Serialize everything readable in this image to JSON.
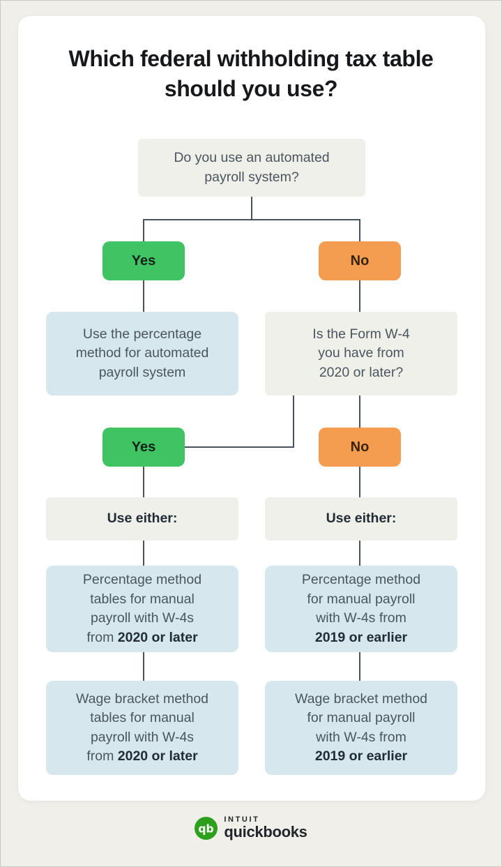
{
  "page": {
    "title": "Which federal withholding tax table should you use?"
  },
  "colors": {
    "outer_background": "#f0efe9",
    "card_background": "#ffffff",
    "gray_box": "#f0f0ea",
    "blue_box": "#d6e8ed",
    "yes_green": "#3fc363",
    "no_orange": "#f49d50",
    "connector_line": "#47525e",
    "body_text": "#4b555e",
    "dark_text": "#222c36",
    "quickbooks_green": "#2ca01c"
  },
  "flow": {
    "q1": {
      "lines": [
        "Do you use an automated",
        "payroll system?"
      ]
    },
    "buttons": {
      "yes1": "Yes",
      "no1": "No",
      "yes2": "Yes",
      "no2": "No"
    },
    "automated_result": {
      "lines": [
        "Use the percentage",
        "method for automated",
        "payroll system"
      ]
    },
    "q2": {
      "lines": [
        "Is the Form W-4",
        "you have from",
        "2020 or later?"
      ]
    },
    "use_either_left": "Use either:",
    "use_either_right": "Use either:",
    "percentage_2020": {
      "lines": [
        "Percentage method",
        "tables for manual",
        "payroll with W-4s"
      ],
      "last_prefix": "from ",
      "last_bold": "2020 or later"
    },
    "percentage_2019": {
      "lines": [
        "Percentage method",
        "for manual payroll",
        "with W-4s from"
      ],
      "last_prefix": "",
      "last_bold": "2019 or earlier"
    },
    "wage_2020": {
      "lines": [
        "Wage bracket method",
        "tables for manual",
        "payroll with W-4s"
      ],
      "last_prefix": "from ",
      "last_bold": "2020 or later"
    },
    "wage_2019": {
      "lines": [
        "Wage bracket method",
        "for manual payroll",
        "with W-4s from"
      ],
      "last_prefix": "",
      "last_bold": "2019 or earlier"
    }
  },
  "footer": {
    "intuit": "INTUIT",
    "quickbooks": "quickbooks",
    "monogram": "qb"
  }
}
